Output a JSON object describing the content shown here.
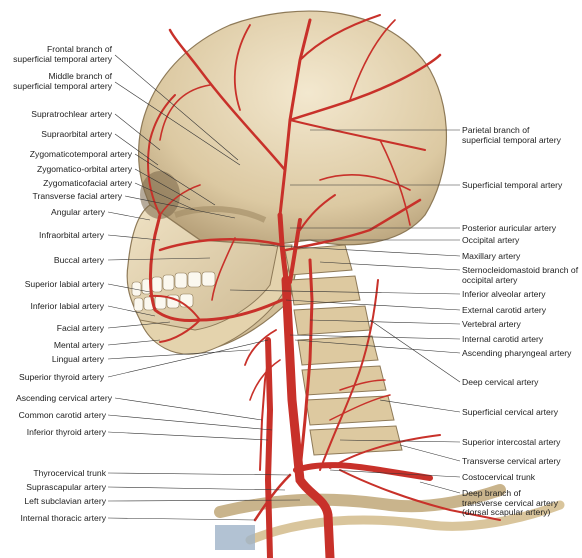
{
  "figure": {
    "left_labels": [
      {
        "lines": [
          "Frontal branch of",
          "superficial temporal artery"
        ]
      },
      {
        "lines": [
          "Middle branch of",
          "superficial temporal artery"
        ]
      },
      {
        "lines": [
          "Supratrochlear artery"
        ]
      },
      {
        "lines": [
          "Supraorbital artery"
        ]
      },
      {
        "lines": [
          "Zygomaticotemporal artery"
        ]
      },
      {
        "lines": [
          "Zygomatico-orbital artery"
        ]
      },
      {
        "lines": [
          "Zygomaticofacial artery"
        ]
      },
      {
        "lines": [
          "Transverse facial artery"
        ]
      },
      {
        "lines": [
          "Angular artery"
        ]
      },
      {
        "lines": [
          "Infraorbital artery"
        ]
      },
      {
        "lines": [
          "Buccal artery"
        ]
      },
      {
        "lines": [
          "Superior labial artery"
        ]
      },
      {
        "lines": [
          "Inferior labial artery"
        ]
      },
      {
        "lines": [
          "Facial artery"
        ]
      },
      {
        "lines": [
          "Mental artery"
        ]
      },
      {
        "lines": [
          "Lingual artery"
        ]
      },
      {
        "lines": [
          "Superior thyroid artery"
        ]
      },
      {
        "lines": [
          "Ascending cervical artery"
        ]
      },
      {
        "lines": [
          "Common carotid artery"
        ]
      },
      {
        "lines": [
          "Inferior thyroid artery"
        ]
      },
      {
        "lines": [
          "Thyrocervical trunk"
        ]
      },
      {
        "lines": [
          "Suprascapular artery"
        ]
      },
      {
        "lines": [
          "Left subclavian artery"
        ]
      },
      {
        "lines": [
          "Internal thoracic artery"
        ]
      }
    ],
    "right_labels": [
      {
        "lines": [
          "Parietal branch of",
          "superficial temporal artery"
        ]
      },
      {
        "lines": [
          "Superficial temporal artery"
        ]
      },
      {
        "lines": [
          "Posterior auricular artery"
        ]
      },
      {
        "lines": [
          "Occipital artery"
        ]
      },
      {
        "lines": [
          "Maxillary artery"
        ]
      },
      {
        "lines": [
          "Sternocleidomastoid branch of",
          "occipital artery"
        ]
      },
      {
        "lines": [
          "Inferior alveolar artery"
        ]
      },
      {
        "lines": [
          "External carotid artery"
        ]
      },
      {
        "lines": [
          "Vertebral artery"
        ]
      },
      {
        "lines": [
          "Internal carotid artery"
        ]
      },
      {
        "lines": [
          "Ascending pharyngeal artery"
        ]
      },
      {
        "lines": [
          "Deep cervical artery"
        ]
      },
      {
        "lines": [
          "Superficial cervical artery"
        ]
      },
      {
        "lines": [
          "Superior intercostal artery"
        ]
      },
      {
        "lines": [
          "Transverse cervical artery"
        ]
      },
      {
        "lines": [
          "Costocervical trunk"
        ]
      },
      {
        "lines": [
          "Deep branch of",
          "transverse cervical artery",
          "(dorsal scapular artery)"
        ]
      }
    ]
  }
}
